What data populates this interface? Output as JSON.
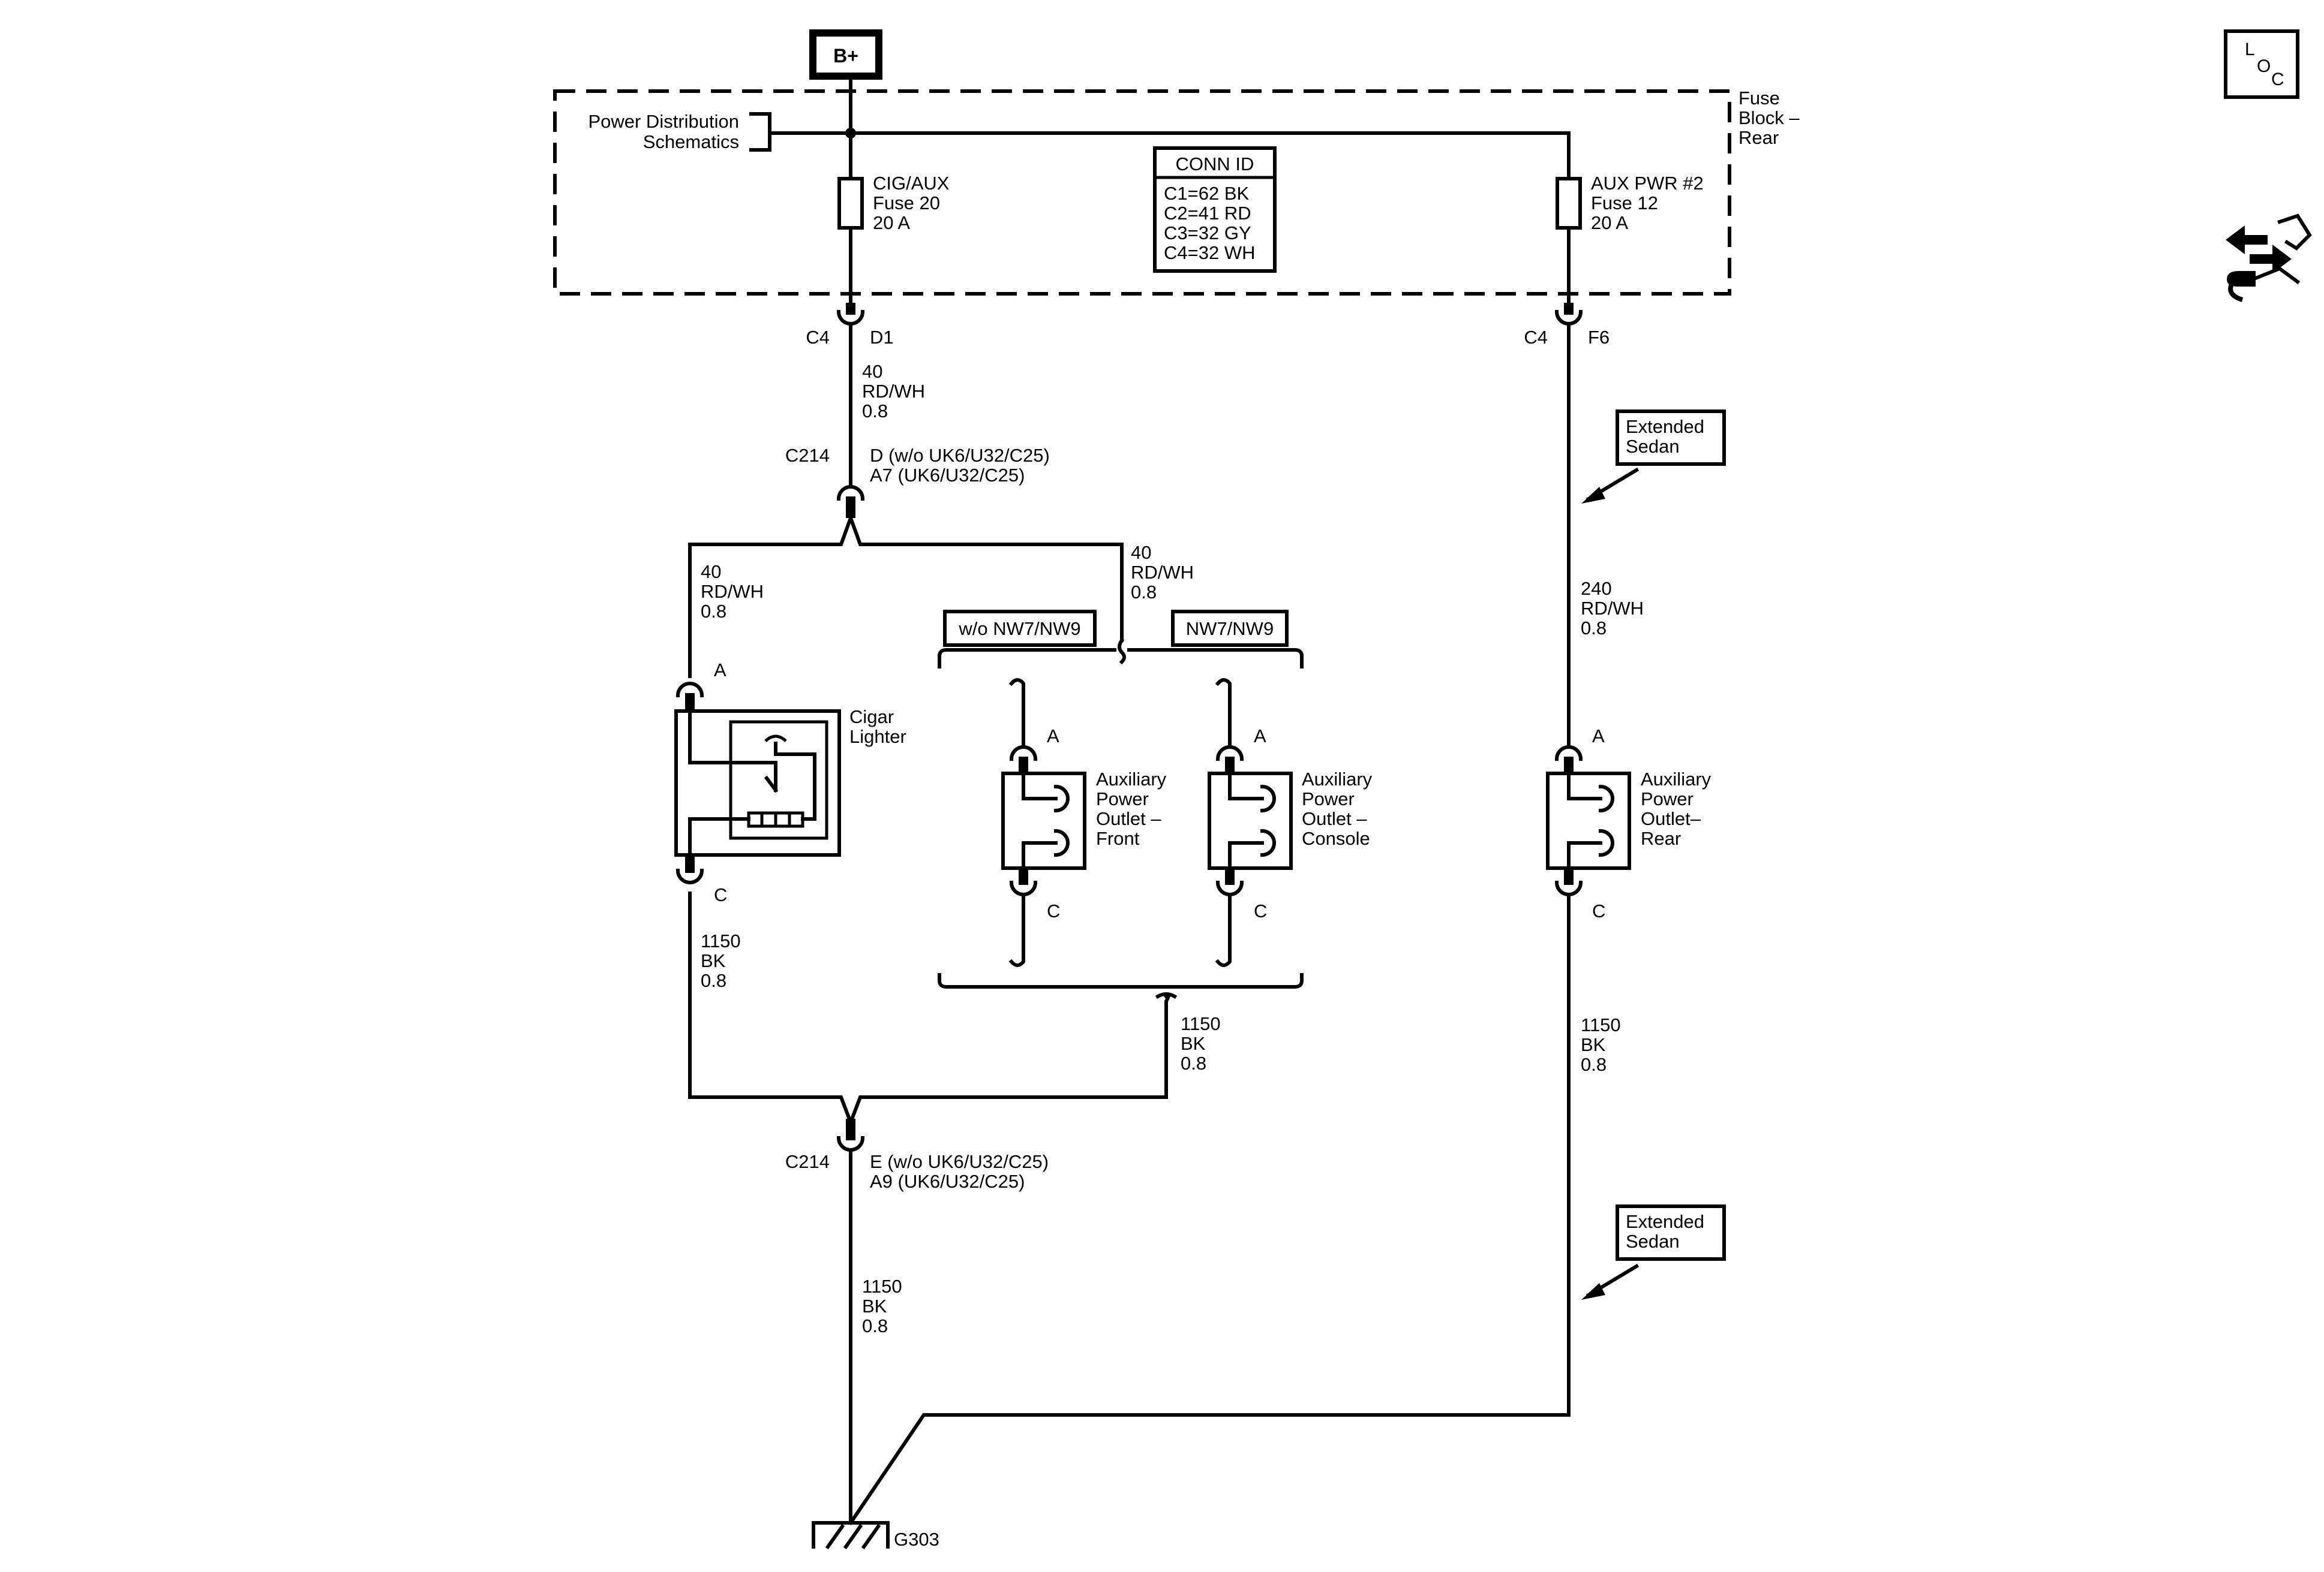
{
  "power": {
    "label": "B+"
  },
  "fuse_block": {
    "label_line1": "Fuse",
    "label_line2": "Block –",
    "label_line3": "Rear",
    "pds_line1": "Power Distribution",
    "pds_line2": "Schematics"
  },
  "fuses": [
    {
      "line1": "CIG/AUX",
      "line2": "Fuse 20",
      "line3": "20 A"
    },
    {
      "line1": "AUX PWR #2",
      "line2": "Fuse 12",
      "line3": "20 A"
    }
  ],
  "conn_id": {
    "title": "CONN ID",
    "rows": [
      "C1=62 BK",
      "C2=41 RD",
      "C3=32 GY",
      "C4=32 WH"
    ]
  },
  "connectors": {
    "c4_left": {
      "name": "C4",
      "pin": "D1"
    },
    "c4_right": {
      "name": "C4",
      "pin": "F6"
    },
    "c214_top": {
      "name": "C214",
      "pin_line1": "D (w/o UK6/U32/C25)",
      "pin_line2": "A7 (UK6/U32/C25)"
    },
    "c214_bottom": {
      "name": "C214",
      "pin_line1": "E (w/o UK6/U32/C25)",
      "pin_line2": "A9 (UK6/U32/C25)"
    }
  },
  "wires": {
    "w40_main": {
      "circuit": "40",
      "color": "RD/WH",
      "size": "0.8"
    },
    "w40_left": {
      "circuit": "40",
      "color": "RD/WH",
      "size": "0.8"
    },
    "w40_right": {
      "circuit": "40",
      "color": "RD/WH",
      "size": "0.8"
    },
    "w240": {
      "circuit": "240",
      "color": "RD/WH",
      "size": "0.8"
    },
    "w1150_left": {
      "circuit": "1150",
      "color": "BK",
      "size": "0.8"
    },
    "w1150_mid": {
      "circuit": "1150",
      "color": "BK",
      "size": "0.8"
    },
    "w1150_right": {
      "circuit": "1150",
      "color": "BK",
      "size": "0.8"
    },
    "w1150_main": {
      "circuit": "1150",
      "color": "BK",
      "size": "0.8"
    }
  },
  "options": {
    "without": "w/o NW7/NW9",
    "with": "NW7/NW9"
  },
  "extended_sedan": {
    "line1": "Extended",
    "line2": "Sedan"
  },
  "components": {
    "cigar": {
      "line1": "Cigar",
      "line2": "Lighter",
      "pin_a": "A",
      "pin_c": "C"
    },
    "apo_front": {
      "line1": "Auxiliary",
      "line2": "Power",
      "line3": "Outlet –",
      "line4": "Front",
      "pin_a": "A",
      "pin_c": "C"
    },
    "apo_console": {
      "line1": "Auxiliary",
      "line2": "Power",
      "line3": "Outlet –",
      "line4": "Console",
      "pin_a": "A",
      "pin_c": "C"
    },
    "apo_rear": {
      "line1": "Auxiliary",
      "line2": "Power",
      "line3": "Outlet–",
      "line4": "Rear",
      "pin_a": "A",
      "pin_c": "C"
    }
  },
  "ground": {
    "label": "G303"
  },
  "loc_icon": {
    "l": "L",
    "o": "O",
    "c": "C"
  }
}
